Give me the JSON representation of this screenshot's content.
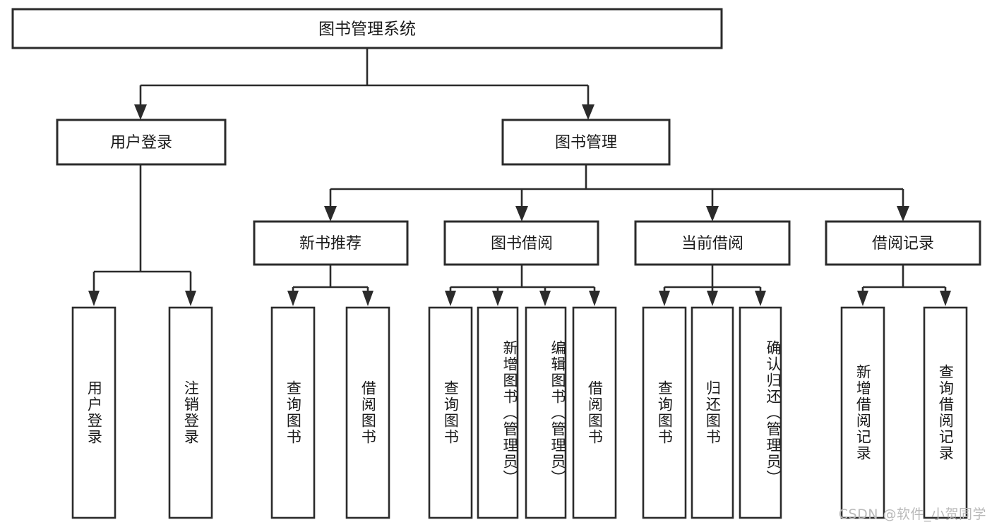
{
  "diagram": {
    "type": "tree-hierarchy-functional-decomposition",
    "title": "图书管理系统",
    "background_color": "#ffffff",
    "node_border_color": "#2b2b2b",
    "node_fill_color": "#ffffff",
    "text_color": "#1a1a1a",
    "levels": [
      {
        "level": 0,
        "nodes": [
          {
            "id": "root",
            "label": "图书管理系统",
            "orientation": "horizontal"
          }
        ]
      },
      {
        "level": 1,
        "nodes": [
          {
            "id": "user-login",
            "label": "用户登录",
            "orientation": "horizontal",
            "parent": "root"
          },
          {
            "id": "book-manage",
            "label": "图书管理",
            "orientation": "horizontal",
            "parent": "root"
          }
        ]
      },
      {
        "level": 2,
        "nodes": [
          {
            "id": "new-book-recommend",
            "label": "新书推荐",
            "orientation": "horizontal",
            "parent": "book-manage"
          },
          {
            "id": "book-borrow",
            "label": "图书借阅",
            "orientation": "horizontal",
            "parent": "book-manage"
          },
          {
            "id": "current-borrow",
            "label": "当前借阅",
            "orientation": "horizontal",
            "parent": "book-manage"
          },
          {
            "id": "borrow-record",
            "label": "借阅记录",
            "orientation": "horizontal",
            "parent": "book-manage"
          }
        ]
      },
      {
        "level": 3,
        "nodes": [
          {
            "id": "leaf-user-login",
            "label": "用户登录",
            "orientation": "vertical",
            "parent": "user-login"
          },
          {
            "id": "leaf-logout-login",
            "label": "注销登录",
            "orientation": "vertical",
            "parent": "user-login"
          },
          {
            "id": "leaf-query-book-1",
            "label": "查询图书",
            "orientation": "vertical",
            "parent": "new-book-recommend"
          },
          {
            "id": "leaf-borrow-book-1",
            "label": "借阅图书",
            "orientation": "vertical",
            "parent": "new-book-recommend"
          },
          {
            "id": "leaf-query-book-2",
            "label": "查询图书",
            "orientation": "vertical",
            "parent": "book-borrow"
          },
          {
            "id": "leaf-add-book",
            "label": "新增图书（管理员）",
            "orientation": "vertical",
            "parent": "book-borrow"
          },
          {
            "id": "leaf-edit-book",
            "label": "编辑图书（管理员）",
            "orientation": "vertical",
            "parent": "book-borrow"
          },
          {
            "id": "leaf-borrow-book-2",
            "label": "借阅图书",
            "orientation": "vertical",
            "parent": "book-borrow"
          },
          {
            "id": "leaf-query-book-3",
            "label": "查询图书",
            "orientation": "vertical",
            "parent": "current-borrow"
          },
          {
            "id": "leaf-return-book",
            "label": "归还图书",
            "orientation": "vertical",
            "parent": "current-borrow"
          },
          {
            "id": "leaf-confirm-return",
            "label": "确认归还（管理员）",
            "orientation": "vertical",
            "parent": "current-borrow"
          },
          {
            "id": "leaf-add-record",
            "label": "新增借阅记录",
            "orientation": "vertical",
            "parent": "borrow-record"
          },
          {
            "id": "leaf-query-record",
            "label": "查询借阅记录",
            "orientation": "vertical",
            "parent": "borrow-record"
          }
        ]
      }
    ]
  },
  "watermark": {
    "text": "CSDN @软件_小贺同学"
  }
}
